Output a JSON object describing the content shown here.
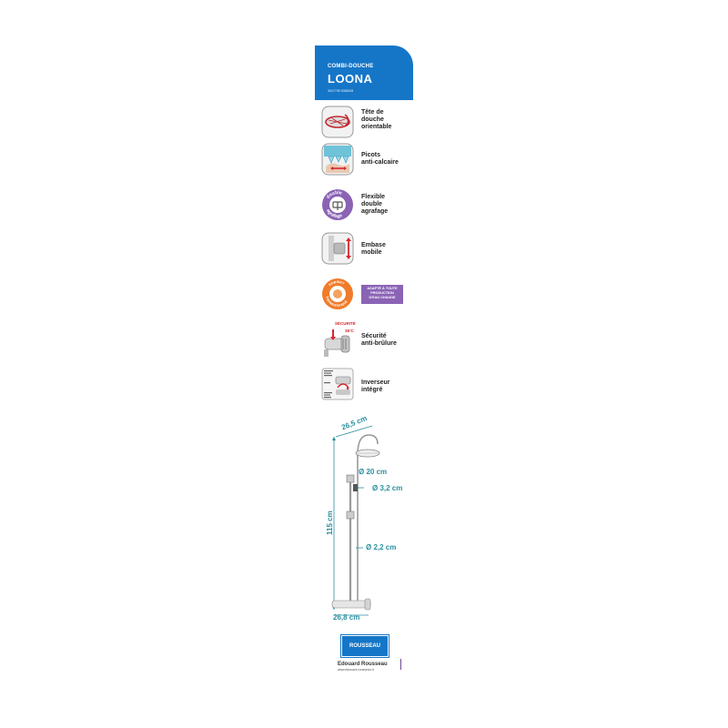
{
  "header": {
    "eyebrow": "COMBI-DOUCHE",
    "title": "LOONA",
    "ref": "3547798 9088008"
  },
  "features": [
    {
      "icon": "shower-head-icon",
      "label": "Tête de\ndouche\norientable"
    },
    {
      "icon": "anti-scale-nozzles-icon",
      "label": "Picots\nanti-calcaire"
    },
    {
      "icon": "double-clip-badge-icon",
      "badge": "double agrafage",
      "label": "Flexible\ndouble\nagrafage"
    },
    {
      "icon": "movable-base-icon",
      "label": "Embase\nmobile"
    },
    {
      "icon": "thermostatic-tap-badge-icon",
      "badge": "ROBINET THERMOSTATIQUE",
      "label": ""
    },
    {
      "icon": "safety-thermostat-icon",
      "badge": "SÉCURITÉ",
      "temp": "38°C",
      "label": "Sécurité\nanti-brûlure"
    },
    {
      "icon": "diverter-icon",
      "label": "Inverseur\nintégré"
    }
  ],
  "purple_box": "ADAPTÉ À TOUTE\nPRODUCTION\nD'EAU CHAUDE",
  "dimensions": {
    "arm": "26,5 cm",
    "head": "Ø 20 cm",
    "hand": "Ø 3,2 cm",
    "height": "115 cm",
    "pipe": "Ø 2,2 cm",
    "base": "26,8 cm"
  },
  "footer": {
    "logo": "ROUSSEAU",
    "brand": "Edouard Rousseau",
    "url": "www.edouard-rousseau.fr"
  },
  "colors": {
    "header_blue": "#1576c8",
    "accent_purple": "#8a63b5",
    "accent_orange": "#f07b2a",
    "dimension_teal": "#2b8fa0",
    "red_arrow": "#d7262f"
  }
}
